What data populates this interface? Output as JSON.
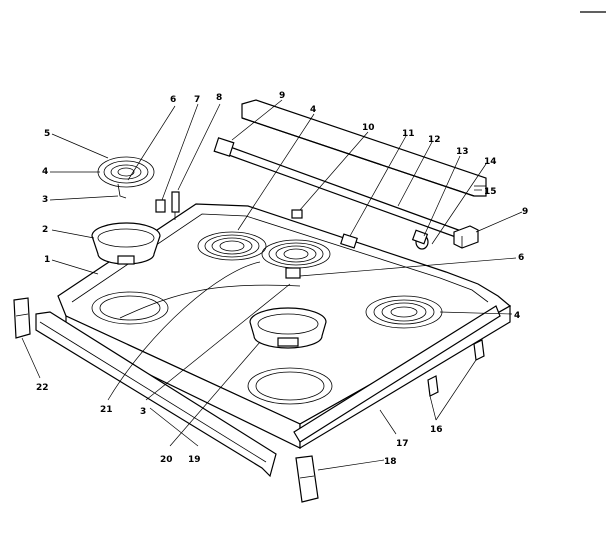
{
  "callouts": [
    {
      "id": "c1",
      "text": "1"
    },
    {
      "id": "c2",
      "text": "2"
    },
    {
      "id": "c3a",
      "text": "3"
    },
    {
      "id": "c3b",
      "text": "3"
    },
    {
      "id": "c4a",
      "text": "4"
    },
    {
      "id": "c4b",
      "text": "4"
    },
    {
      "id": "c4c",
      "text": "4"
    },
    {
      "id": "c5",
      "text": "5"
    },
    {
      "id": "c6a",
      "text": "6"
    },
    {
      "id": "c6b",
      "text": "6"
    },
    {
      "id": "c7",
      "text": "7"
    },
    {
      "id": "c8",
      "text": "8"
    },
    {
      "id": "c9a",
      "text": "9"
    },
    {
      "id": "c9b",
      "text": "9"
    },
    {
      "id": "c10",
      "text": "10"
    },
    {
      "id": "c11",
      "text": "11"
    },
    {
      "id": "c12",
      "text": "12"
    },
    {
      "id": "c13",
      "text": "13"
    },
    {
      "id": "c14",
      "text": "14"
    },
    {
      "id": "c15",
      "text": "15"
    },
    {
      "id": "c16",
      "text": "16"
    },
    {
      "id": "c17",
      "text": "17"
    },
    {
      "id": "c18",
      "text": "18"
    },
    {
      "id": "c19",
      "text": "19"
    },
    {
      "id": "c20",
      "text": "20"
    },
    {
      "id": "c21",
      "text": "21"
    },
    {
      "id": "c22",
      "text": "22"
    }
  ]
}
